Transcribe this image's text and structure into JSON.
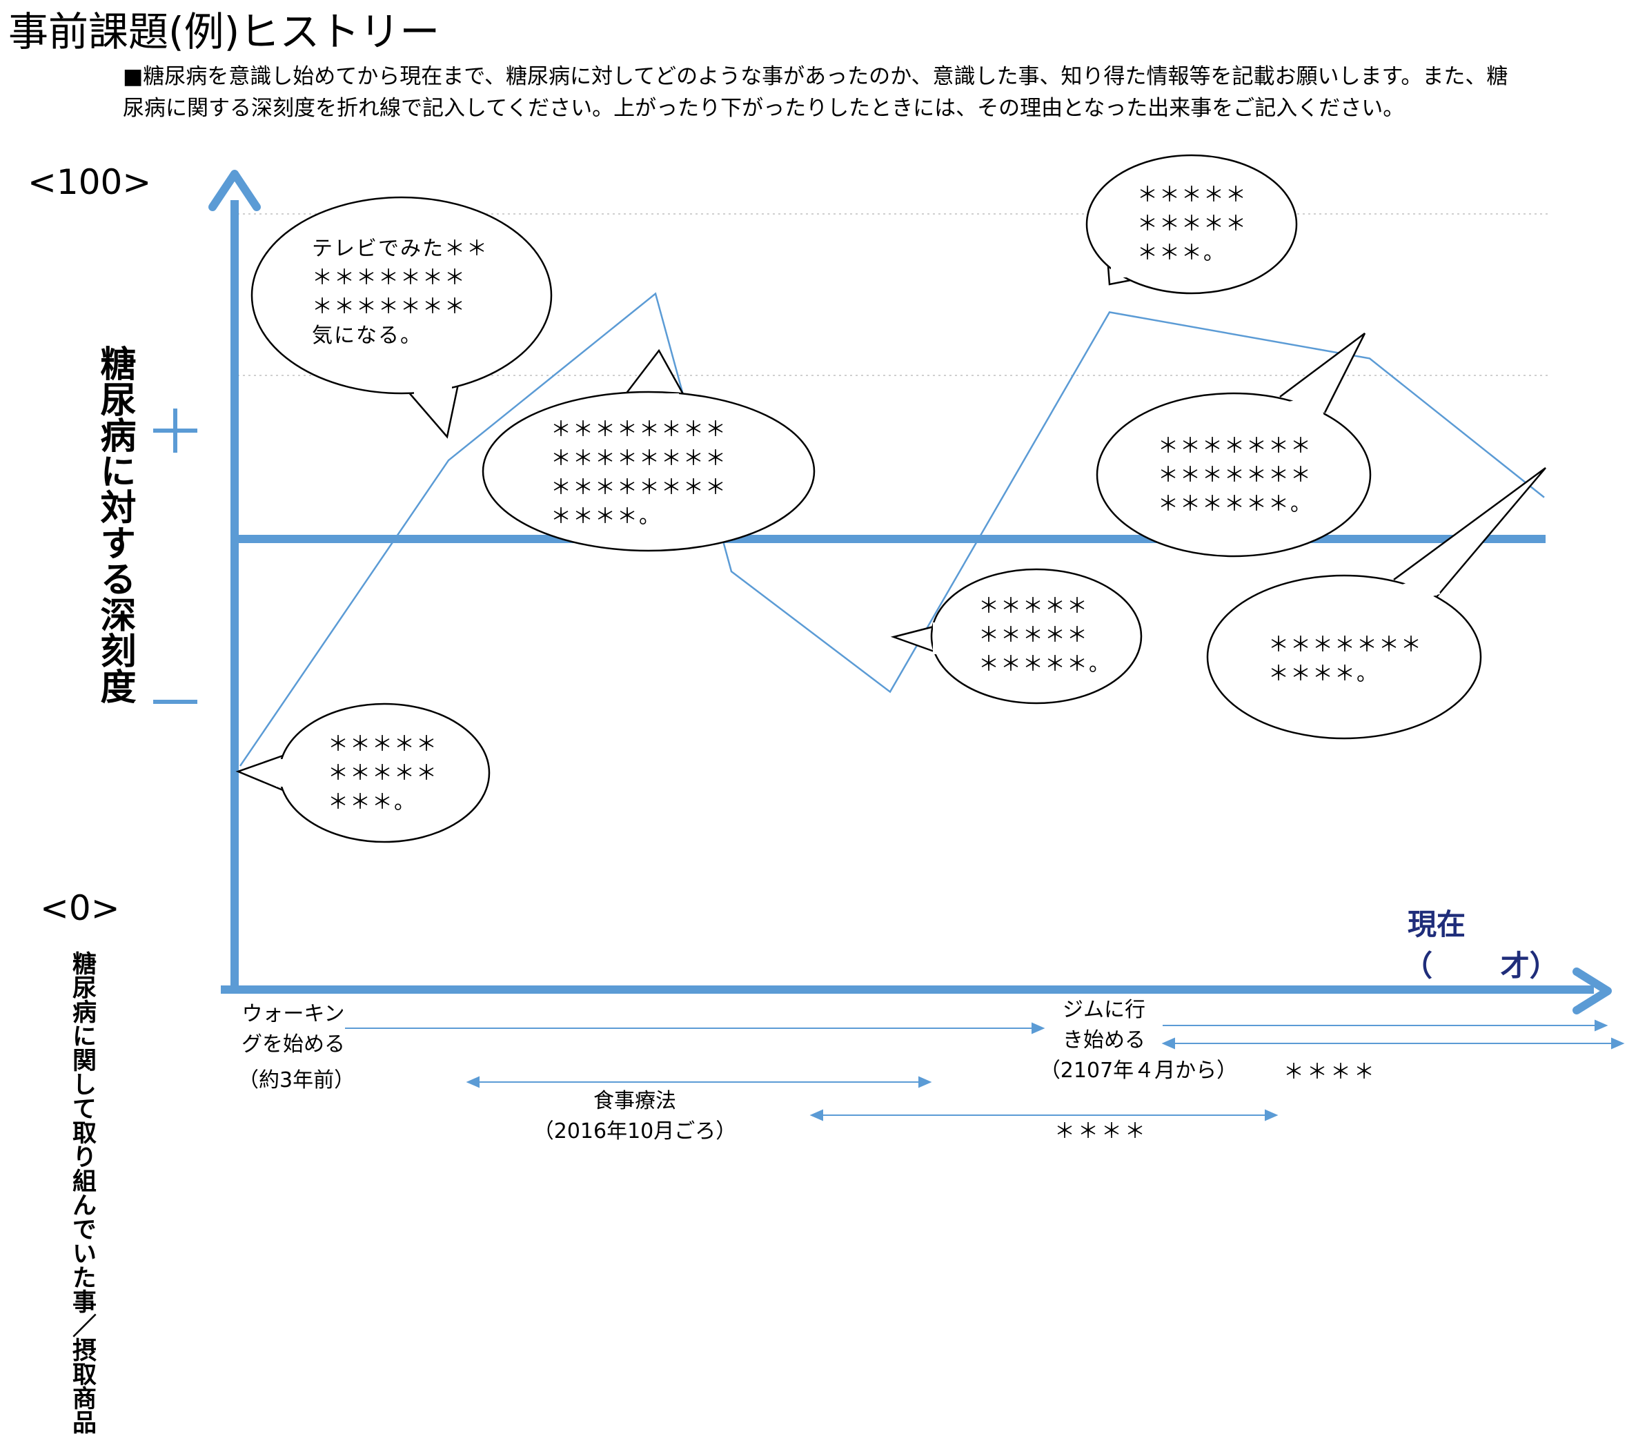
{
  "title": "事前課題(例)ヒストリー",
  "instruction": {
    "line1": "■糖尿病を意識し始めてから現在まで、糖尿病に対してどのような事があったのか、意識した事、知り得た情報等を記載お願いします。また、糖",
    "line2": "尿病に関する深刻度を折れ線で記入してください。上がったり下がったりしたときには、その理由となった出来事をご記入ください。"
  },
  "scale": {
    "max_label": "<100>",
    "min_label": "<0>"
  },
  "y_axis_label": "糖尿病に対する深刻度",
  "activity_axis_label": "糖尿病に関して取り組んでいた事／摂取商品",
  "now": {
    "label": "現在",
    "age": "（　　 才）"
  },
  "colors": {
    "axis": "#5b9bd5",
    "line": "#5b9bd5",
    "now_text": "#1f2d7a",
    "bubble_stroke": "#000000"
  },
  "severity_line": [
    {
      "step": 1,
      "level": 24
    },
    {
      "step": 2,
      "level": 57
    },
    {
      "step": 3,
      "level": 75
    },
    {
      "step": 4,
      "level": 45
    },
    {
      "step": 5,
      "level": 32
    },
    {
      "step": 6,
      "level": 73
    },
    {
      "step": 7,
      "level": 68
    },
    {
      "step": 8,
      "level": 53
    }
  ],
  "bubbles": [
    {
      "lines": [
        "テレビでみた＊＊",
        "＊＊＊＊＊＊＊",
        "＊＊＊＊＊＊＊",
        "気になる。"
      ]
    },
    {
      "lines": [
        "＊＊＊＊＊＊＊＊",
        "＊＊＊＊＊＊＊＊",
        "＊＊＊＊＊＊＊＊",
        "＊＊＊＊。"
      ]
    },
    {
      "lines": [
        "＊＊＊＊＊",
        "＊＊＊＊＊",
        "＊＊＊。"
      ]
    },
    {
      "lines": [
        "＊＊＊＊＊",
        "＊＊＊＊＊",
        "＊＊＊＊＊。"
      ]
    },
    {
      "lines": [
        "＊＊＊＊＊",
        "＊＊＊＊＊",
        "＊＊＊。"
      ]
    },
    {
      "lines": [
        "＊＊＊＊＊＊＊",
        "＊＊＊＊＊＊＊",
        "＊＊＊＊＊＊。"
      ]
    },
    {
      "lines": [
        "＊＊＊＊＊＊＊",
        "＊＊＊＊。"
      ]
    }
  ],
  "activities": [
    {
      "lines": [
        "ウォーキン",
        "グを始める"
      ],
      "sub": "（約3年前）"
    },
    {
      "lines": [
        "食事療法"
      ],
      "sub": "（2016年10月ごろ）"
    },
    {
      "lines": [
        "ジムに行",
        "き始める"
      ],
      "sub": "（2107年４月から）"
    },
    {
      "lines": [
        "＊＊＊＊"
      ],
      "sub": ""
    },
    {
      "lines": [
        "＊＊＊＊"
      ],
      "sub": ""
    }
  ]
}
